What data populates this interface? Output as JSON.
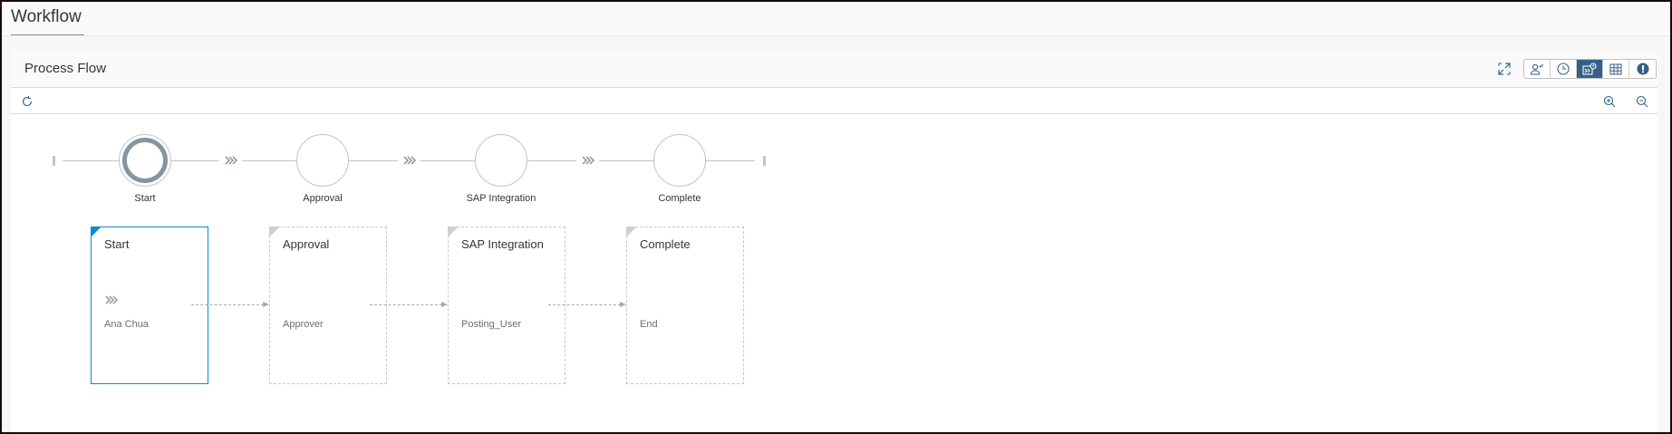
{
  "page": {
    "title": "Workflow"
  },
  "panel": {
    "title": "Process Flow",
    "header_icons": {
      "fullscreen": "fullscreen-icon",
      "segments": [
        {
          "name": "user-check-icon",
          "active": false
        },
        {
          "name": "clock-icon",
          "active": false
        },
        {
          "name": "process-flow-icon",
          "active": true
        },
        {
          "name": "table-icon",
          "active": false
        },
        {
          "name": "alert-icon",
          "active": false
        }
      ]
    },
    "toolbar": {
      "refresh": "refresh-icon",
      "zoom_in": "zoom-in-icon",
      "zoom_out": "zoom-out-icon"
    }
  },
  "colors": {
    "accent": "#0a8bd3",
    "active_segment": "#346187",
    "current_node_ring": "#85959e",
    "line": "#c4c4c4"
  },
  "lanes": [
    {
      "label": "Start",
      "current": true
    },
    {
      "label": "Approval",
      "current": false
    },
    {
      "label": "SAP Integration",
      "current": false
    },
    {
      "label": "Complete",
      "current": false
    }
  ],
  "cards": [
    {
      "title": "Start",
      "text": "Ana Chua",
      "current": true,
      "icon": "chevrons-icon"
    },
    {
      "title": "Approval",
      "text": "Approver",
      "current": false
    },
    {
      "title": "SAP Integration",
      "text": "Posting_User",
      "current": false
    },
    {
      "title": "Complete",
      "text": "End",
      "current": false
    }
  ]
}
